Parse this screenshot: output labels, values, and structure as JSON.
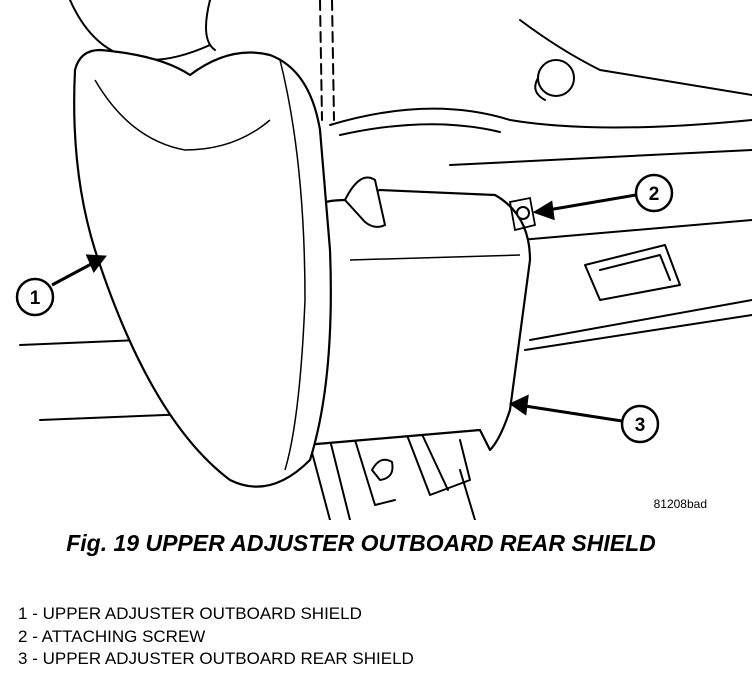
{
  "figure": {
    "id": "81208bad",
    "caption": "Fig. 19 UPPER ADJUSTER OUTBOARD REAR SHIELD",
    "callouts": [
      "1",
      "2",
      "3"
    ]
  },
  "legend": [
    {
      "number": "1",
      "text": "UPPER ADJUSTER OUTBOARD SHIELD"
    },
    {
      "number": "2",
      "text": "ATTACHING SCREW"
    },
    {
      "number": "3",
      "text": "UPPER ADJUSTER OUTBOARD REAR SHIELD"
    }
  ],
  "colors": {
    "ink": "#000000",
    "paper": "#ffffff"
  }
}
